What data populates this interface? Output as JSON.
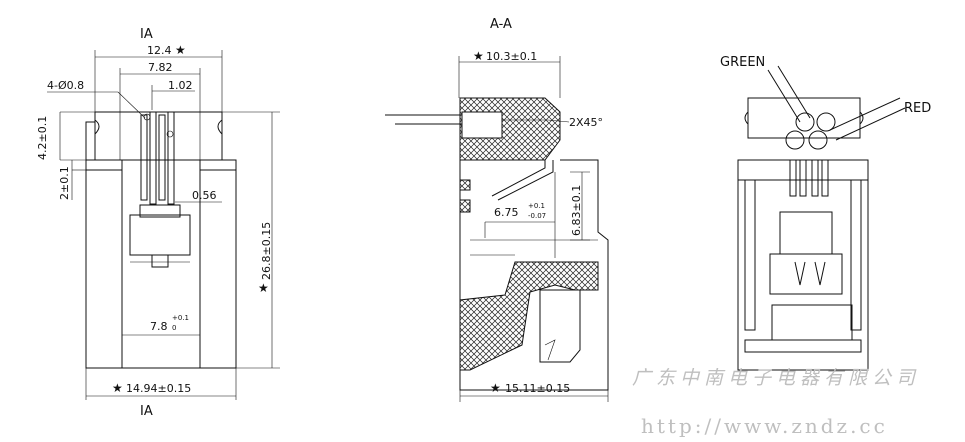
{
  "views": {
    "front": {
      "section_mark_top": "IA",
      "section_mark_bottom": "IA",
      "dim_top_width": "12.4",
      "dim_pin_span": "7.82",
      "dim_pin_pitch": "1.02",
      "dim_holes": "4-Ø0.8",
      "dim_height_a": "4.2±0.1",
      "dim_height_b": "2±0.1",
      "dim_pin_width": "0.56",
      "dim_inner_base": "7.8",
      "dim_inner_tol_upper": "+0.1",
      "dim_inner_tol_lower": "0",
      "dim_total_height": "26.8±0.15",
      "dim_bottom_width": "14.94±0.15"
    },
    "section": {
      "title": "A-A",
      "dim_top": "10.3±0.1",
      "dim_chamfer": "2X45°",
      "dim_depth_base": "6.75",
      "dim_depth_tol_upper": "+0.1",
      "dim_depth_tol_lower": "-0.07",
      "dim_height": "6.83±0.1",
      "dim_bottom": "15.11±0.15"
    },
    "side": {
      "wire_green": "GREEN",
      "wire_red": "RED"
    }
  },
  "watermark": {
    "company": "广东中南电子电器有限公司",
    "url": "http://www.zndz.cc"
  }
}
